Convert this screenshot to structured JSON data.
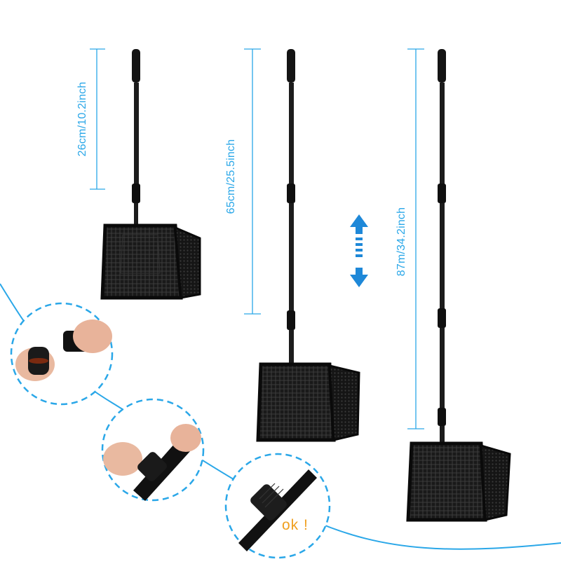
{
  "dimensions": {
    "short": "26cm/10.2inch",
    "medium": "65cm/25.5inch",
    "long": "87m/34.2inch"
  },
  "callout": {
    "ok_text": "ok !"
  },
  "colors": {
    "accent_blue": "#2aa7e8",
    "ok_orange": "#f0a020",
    "net_black": "#111111"
  },
  "icons": {
    "extend_arrow": "double-arrow-vertical-icon"
  }
}
